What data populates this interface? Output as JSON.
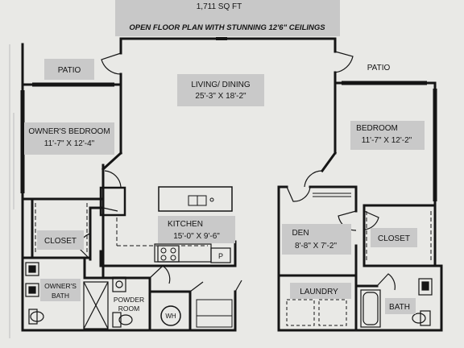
{
  "header": {
    "square_footage": "1,711 SQ FT",
    "subtitle": "OPEN FLOOR PLAN WITH STUNNING 12'6\" CEILINGS"
  },
  "rooms": {
    "patio_left": {
      "name": "PATIO"
    },
    "patio_right": {
      "name": "PATIO"
    },
    "owners_bedroom": {
      "name": "OWNER'S BEDROOM",
      "size": "11'-7\" X 12'-4\""
    },
    "living_dining": {
      "name": "LIVING/ DINING",
      "size": "25'-3\" X 18'-2\""
    },
    "bedroom": {
      "name": "BEDROOM",
      "size": "11'-7\" X 12'-2\""
    },
    "kitchen": {
      "name": "KITCHEN",
      "size": "15'-0\" X 9'-6\""
    },
    "den": {
      "name": "DEN",
      "size": "8'-8\" X 7'-2\""
    },
    "closet_left": {
      "name": "CLOSET"
    },
    "closet_right": {
      "name": "CLOSET"
    },
    "owners_bath": {
      "line1": "OWNER'S",
      "line2": "BATH"
    },
    "powder_room": {
      "line1": "POWDER",
      "line2": "ROOM"
    },
    "laundry": {
      "name": "LAUNDRY"
    },
    "bath": {
      "name": "BATH"
    }
  },
  "fixtures": {
    "water_heater": "WH",
    "pantry": "P"
  },
  "colors": {
    "paper": "#e9e9e6",
    "wall": "#151515",
    "label_box": "#c9c9c9"
  }
}
